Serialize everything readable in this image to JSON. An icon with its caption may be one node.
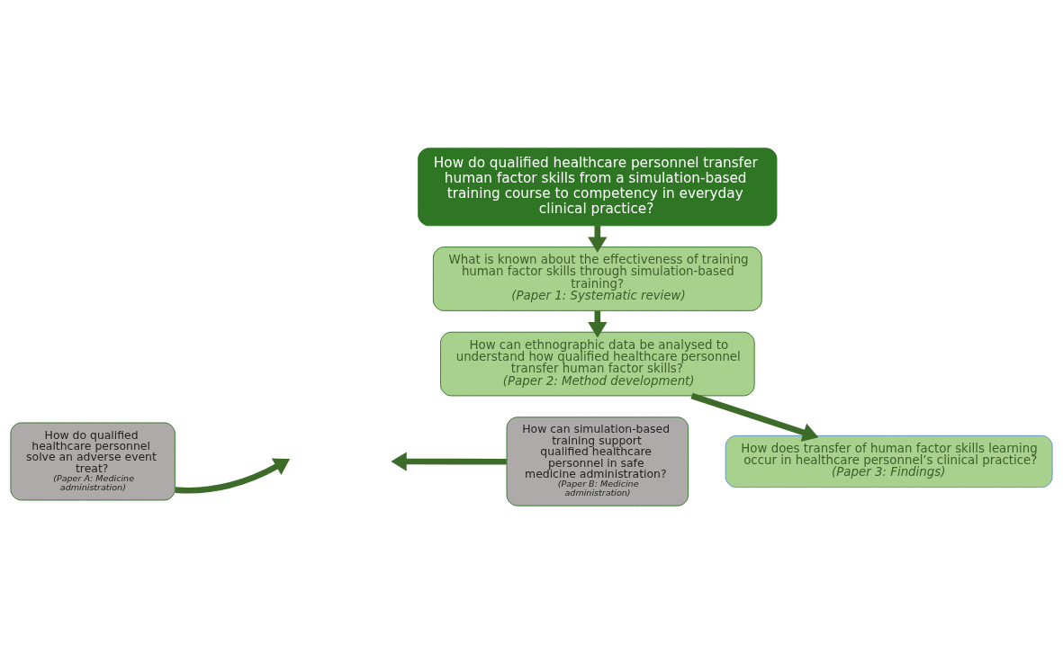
{
  "diagram": {
    "nodes": [
      {
        "text": [
          "How do qualified healthcare personnel transfer human factor skills from a simulation-based training course to competency in everyday clinical practice?"
        ]
      },
      {
        "text": [
          "What is known about the effectiveness of training human factor skills through simulation-based training?",
          "(Paper 1: Systematic review)"
        ]
      },
      {
        "text": [
          "How can ethnographic data be analysed to understand how qualified healthcare personnel transfer human factor skills?",
          "(Paper 2: Method development)"
        ]
      },
      {
        "text": [
          "How do qualified healthcare personnel solve an adverse event treat?",
          "(Paper A: Medicine administration)"
        ]
      },
      {
        "text": [
          "How can simulation-based training support qualified healthcare personnel in safe medicine administration?",
          "(Paper B: Medicine administration)"
        ]
      },
      {
        "text": [
          "How does transfer of human factor skills learning occur in healthcare personnel’s clinical practice?",
          "(Paper 3: Findings)"
        ]
      }
    ],
    "edges": [
      {
        "from": 0,
        "to": 1,
        "arrow": "to"
      },
      {
        "from": 1,
        "to": 2,
        "arrow": "to"
      },
      {
        "from": 2,
        "to": 5,
        "arrow": "to"
      },
      {
        "from": 3,
        "to": null,
        "arrow": "to"
      },
      {
        "from": 4,
        "to": null,
        "arrow": "to"
      }
    ]
  }
}
